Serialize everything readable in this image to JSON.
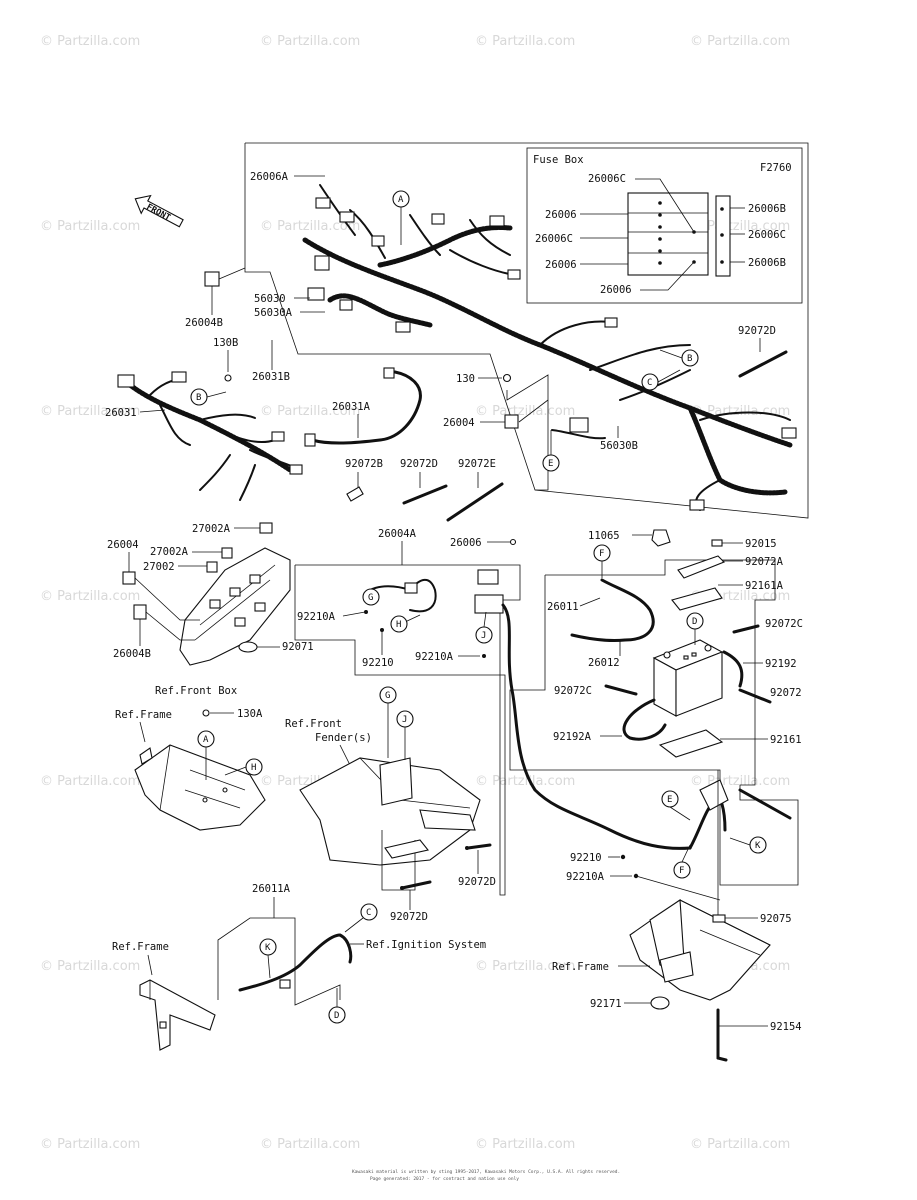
{
  "watermark": "© Partzilla.com",
  "diagram_code": "F2760",
  "front_arrow": "FRONT",
  "fuse_box": {
    "title": "Fuse Box",
    "left_labels": [
      "26006C",
      "26006",
      "26006C",
      "26006",
      "26006"
    ],
    "right_labels": [
      "26006B",
      "26006C",
      "26006B"
    ]
  },
  "callouts": [
    "A",
    "B",
    "C",
    "D",
    "E",
    "F",
    "G",
    "H",
    "J",
    "K"
  ],
  "labels": {
    "p26006A": "26006A",
    "p26004B_top": "26004B",
    "p130B": "130B",
    "p26031": "26031",
    "p26031B": "26031B",
    "p56030": "56030",
    "p56030A": "56030A",
    "p26031A": "26031A",
    "p130": "130",
    "p26004": "26004",
    "p92072B": "92072B",
    "p92072D_a": "92072D",
    "p92072E": "92072E",
    "p56030B": "56030B",
    "p92072D_b": "92072D",
    "p27002A_a": "27002A",
    "p27002A_b": "27002A",
    "p27002": "27002",
    "p26004_left": "26004",
    "p26004B_left": "26004B",
    "p92071": "92071",
    "ref_front_box": "Ref.Front Box",
    "p26004A": "26004A",
    "p26006_mid": "26006",
    "p92210A_a": "92210A",
    "p92210_a": "92210",
    "p92210A_b": "92210A",
    "p11065": "11065",
    "p92015": "92015",
    "p92072A": "92072A",
    "p92161A": "92161A",
    "p26011": "26011",
    "p92072C_a": "92072C",
    "p26012": "26012",
    "p92192": "92192",
    "p92072C_b": "92072C",
    "p92072": "92072",
    "p92192A": "92192A",
    "p92161": "92161",
    "ref_frame_a": "Ref.Frame",
    "p130A": "130A",
    "ref_front_fender": "Ref.Front",
    "ref_front_fender_2": "Fender(s)",
    "p92072D_c": "92072D",
    "p92072D_d": "92072D",
    "p92210_b": "92210",
    "p92210A_c": "92210A",
    "p92075": "92075",
    "p26011A": "26011A",
    "ref_ignition": "Ref.Ignition System",
    "ref_frame_b": "Ref.Frame",
    "ref_frame_c": "Ref.Frame",
    "p92171": "92171",
    "p92154": "92154"
  },
  "footer_line1": "Kawasaki material is written by sting 1995-2017, Kawasaki Motors Corp., U.S.A. All rights reserved.",
  "footer_line2": "Page generated: 2017 - for contract and nation use only"
}
